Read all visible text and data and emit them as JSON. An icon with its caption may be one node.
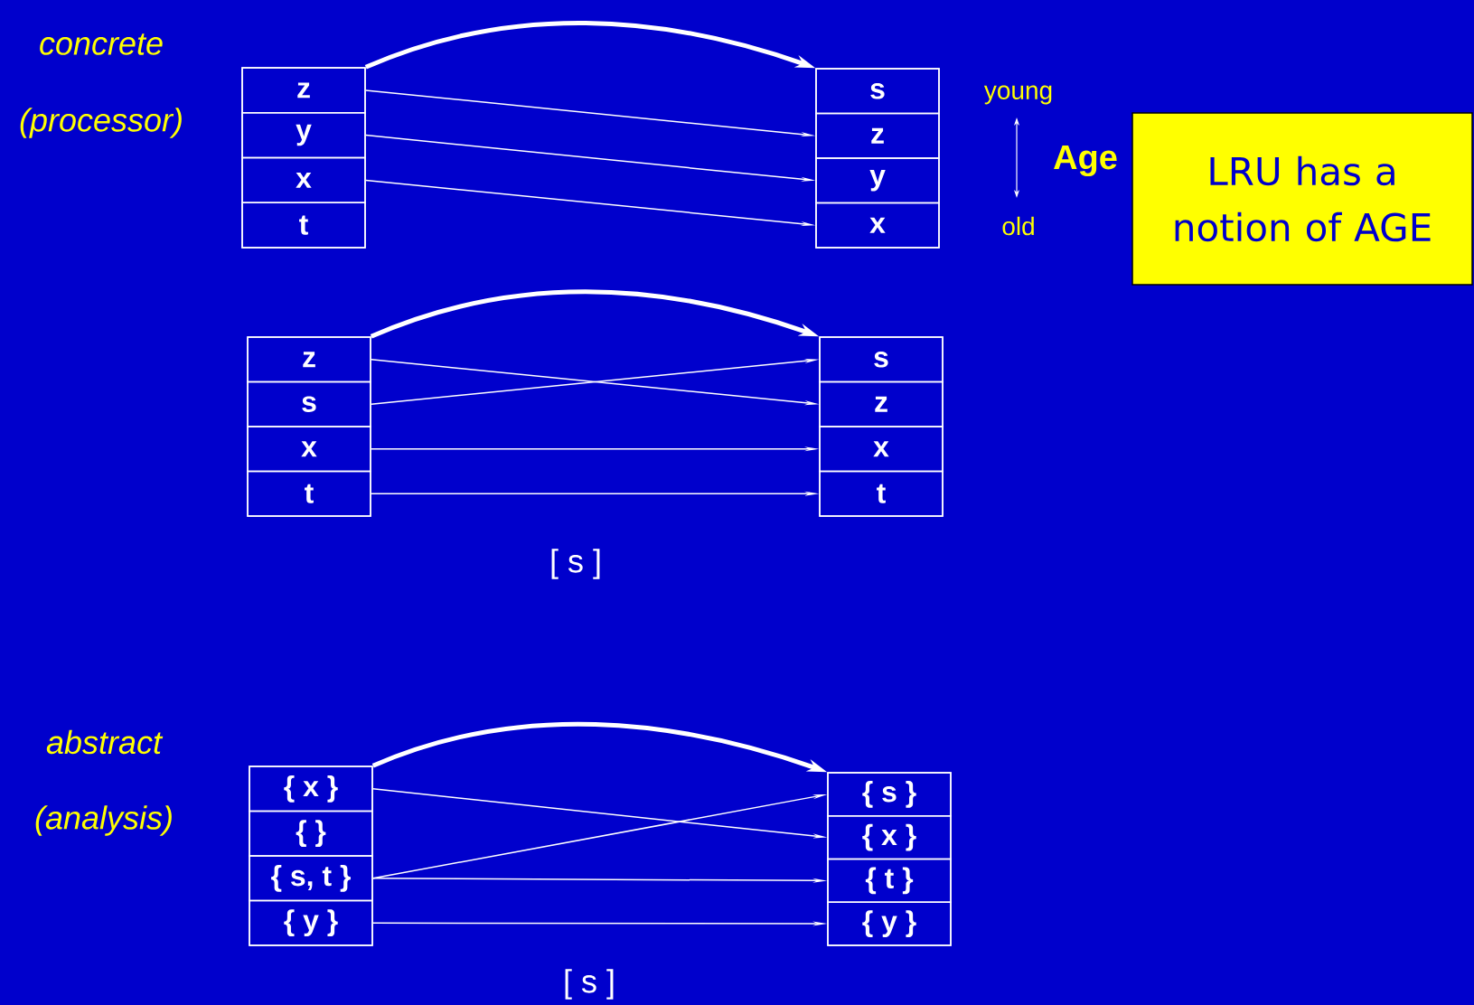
{
  "diagram": {
    "nodes": [
      {
        "text": [],
        "shape": "box"
      },
      {
        "text": [
          "z"
        ],
        "in": 0
      },
      {
        "text": [
          "y"
        ],
        "in": 0
      },
      {
        "text": [
          "x"
        ],
        "in": 0
      },
      {
        "text": [
          "t"
        ],
        "in": 0
      },
      {
        "text": [],
        "shape": "box"
      },
      {
        "text": [
          "s"
        ],
        "in": 5
      },
      {
        "text": [
          "z"
        ],
        "in": 5
      },
      {
        "text": [
          "y"
        ],
        "in": 5
      },
      {
        "text": [
          "x"
        ],
        "in": 5
      },
      {
        "text": [
          "LRU has a notion of AGE"
        ]
      },
      {
        "text": [],
        "shape": "box"
      },
      {
        "text": [
          "z"
        ],
        "in": 11
      },
      {
        "text": [
          "s"
        ],
        "in": 11
      },
      {
        "text": [
          "x"
        ],
        "in": 11
      },
      {
        "text": [
          "t"
        ],
        "in": 11
      },
      {
        "text": [],
        "shape": "box"
      },
      {
        "text": [
          "s"
        ],
        "in": 16
      },
      {
        "text": [
          "z"
        ],
        "in": 16
      },
      {
        "text": [
          "x"
        ],
        "in": 16
      },
      {
        "text": [
          "t"
        ],
        "in": 16
      },
      {
        "text": [],
        "shape": "box"
      },
      {
        "text": [
          "{ x }"
        ],
        "in": 21
      },
      {
        "text": [
          "{ }"
        ],
        "in": 21
      },
      {
        "text": [
          "{ s, t }"
        ],
        "in": 21
      },
      {
        "text": [
          "{ y }"
        ],
        "in": 21
      },
      {
        "text": [],
        "shape": "box"
      },
      {
        "text": [
          "{ s }"
        ],
        "in": 26
      },
      {
        "text": [
          "{ x }"
        ],
        "in": 26
      },
      {
        "text": [
          "{ t }"
        ],
        "in": 26
      },
      {
        "text": [
          "{ y }"
        ],
        "in": 26
      }
    ],
    "edges": [
      {
        "from": 0,
        "to": 5,
        "arrow": "to",
        "style": "thick"
      },
      {
        "from": 1,
        "to": 7,
        "arrow": "to"
      },
      {
        "from": 2,
        "to": 8,
        "arrow": "to"
      },
      {
        "from": 3,
        "to": 9,
        "arrow": "to"
      },
      {
        "from": 11,
        "to": 16,
        "arrow": "to",
        "style": "thick"
      },
      {
        "from": 12,
        "to": 18,
        "arrow": "to"
      },
      {
        "from": 13,
        "to": 17,
        "arrow": "to"
      },
      {
        "from": 14,
        "to": 19,
        "arrow": "to"
      },
      {
        "from": 15,
        "to": 20,
        "arrow": "to"
      },
      {
        "from": 21,
        "to": 26,
        "arrow": "to",
        "style": "thick"
      },
      {
        "from": 22,
        "to": 28,
        "arrow": "to"
      },
      {
        "from": 24,
        "to": 27,
        "arrow": "to"
      },
      {
        "from": 24,
        "to": 29,
        "arrow": "to"
      },
      {
        "from": 25,
        "to": 30,
        "arrow": "to"
      }
    ],
    "labels": [
      "concrete",
      "(processor)",
      "young",
      "Age",
      "old",
      "[ s ]",
      "abstract",
      "(analysis)",
      "[ s ]"
    ]
  }
}
